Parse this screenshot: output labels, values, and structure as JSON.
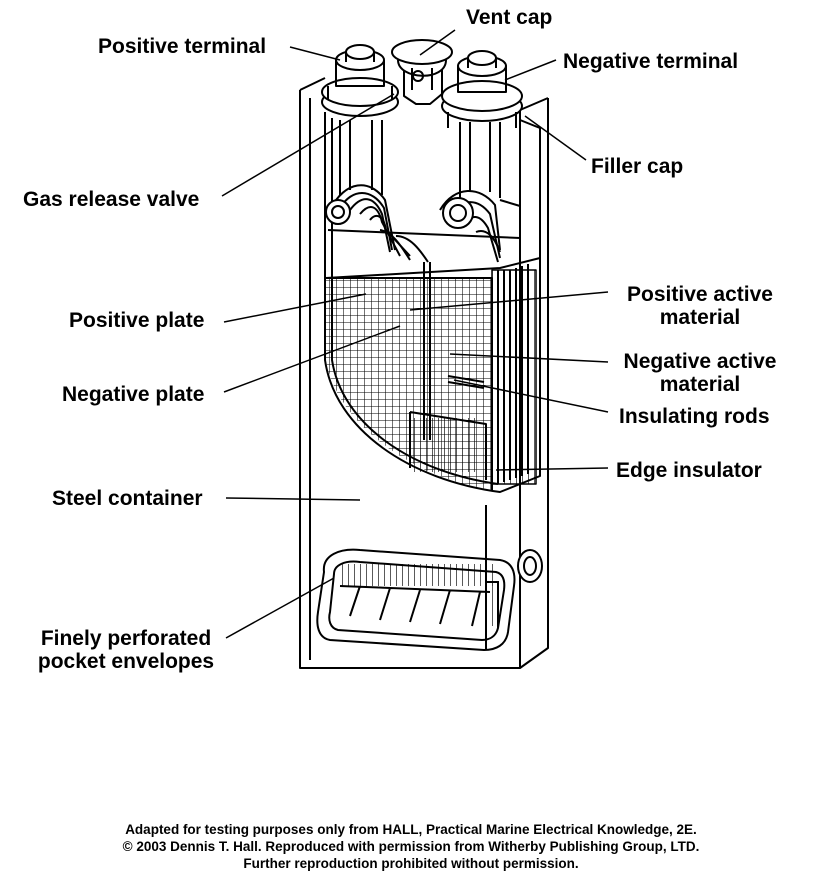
{
  "labels": {
    "vent_cap": "Vent cap",
    "positive_terminal": "Positive terminal",
    "negative_terminal": "Negative terminal",
    "filler_cap": "Filler cap",
    "gas_release_valve": "Gas release valve",
    "positive_active_material": [
      "Positive active",
      "material"
    ],
    "positive_plate": "Positive plate",
    "negative_active_material": [
      "Negative active",
      "material"
    ],
    "negative_plate": "Negative plate",
    "insulating_rods": "Insulating rods",
    "edge_insulator": "Edge insulator",
    "steel_container": "Steel container",
    "pocket_envelopes": [
      "Finely perforated",
      "pocket envelopes"
    ]
  },
  "credit": [
    "Adapted for testing purposes only from HALL, Practical Marine Electrical Knowledge, 2E.",
    "© 2003 Dennis T. Hall. Reproduced with permission from Witherby Publishing Group, LTD.",
    "Further reproduction prohibited without permission."
  ]
}
